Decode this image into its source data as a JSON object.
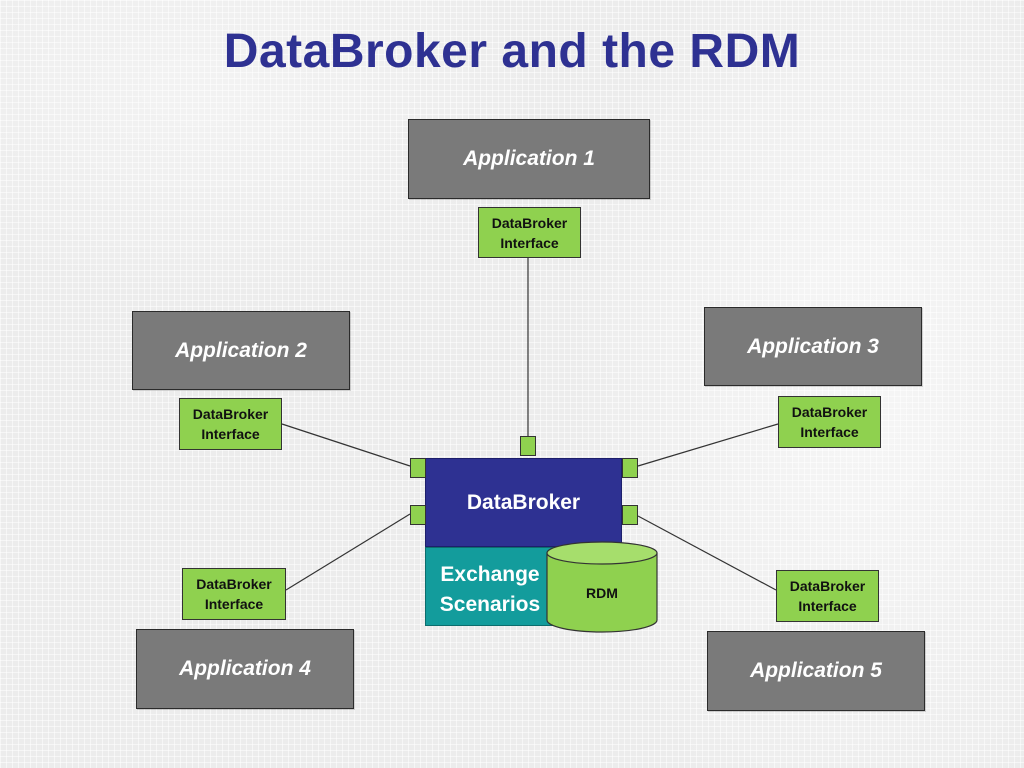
{
  "title": "DataBroker and the RDM",
  "applications": [
    {
      "label": "Application 1"
    },
    {
      "label": "Application 2"
    },
    {
      "label": "Application 3"
    },
    {
      "label": "Application 4"
    },
    {
      "label": "Application 5"
    }
  ],
  "interface": {
    "line1": "DataBroker",
    "line2": "Interface"
  },
  "core": {
    "databroker": "DataBroker",
    "exchange_line1": "Exchange",
    "exchange_line2": "Scenarios",
    "rdm": "RDM"
  },
  "colors": {
    "title": "#2e3192",
    "application_box": "#7a7a7a",
    "interface_box": "#8fd14f",
    "databroker_box": "#2e3192",
    "exchange_box": "#139c9c",
    "rdm_cylinder": "#8fd14f"
  }
}
